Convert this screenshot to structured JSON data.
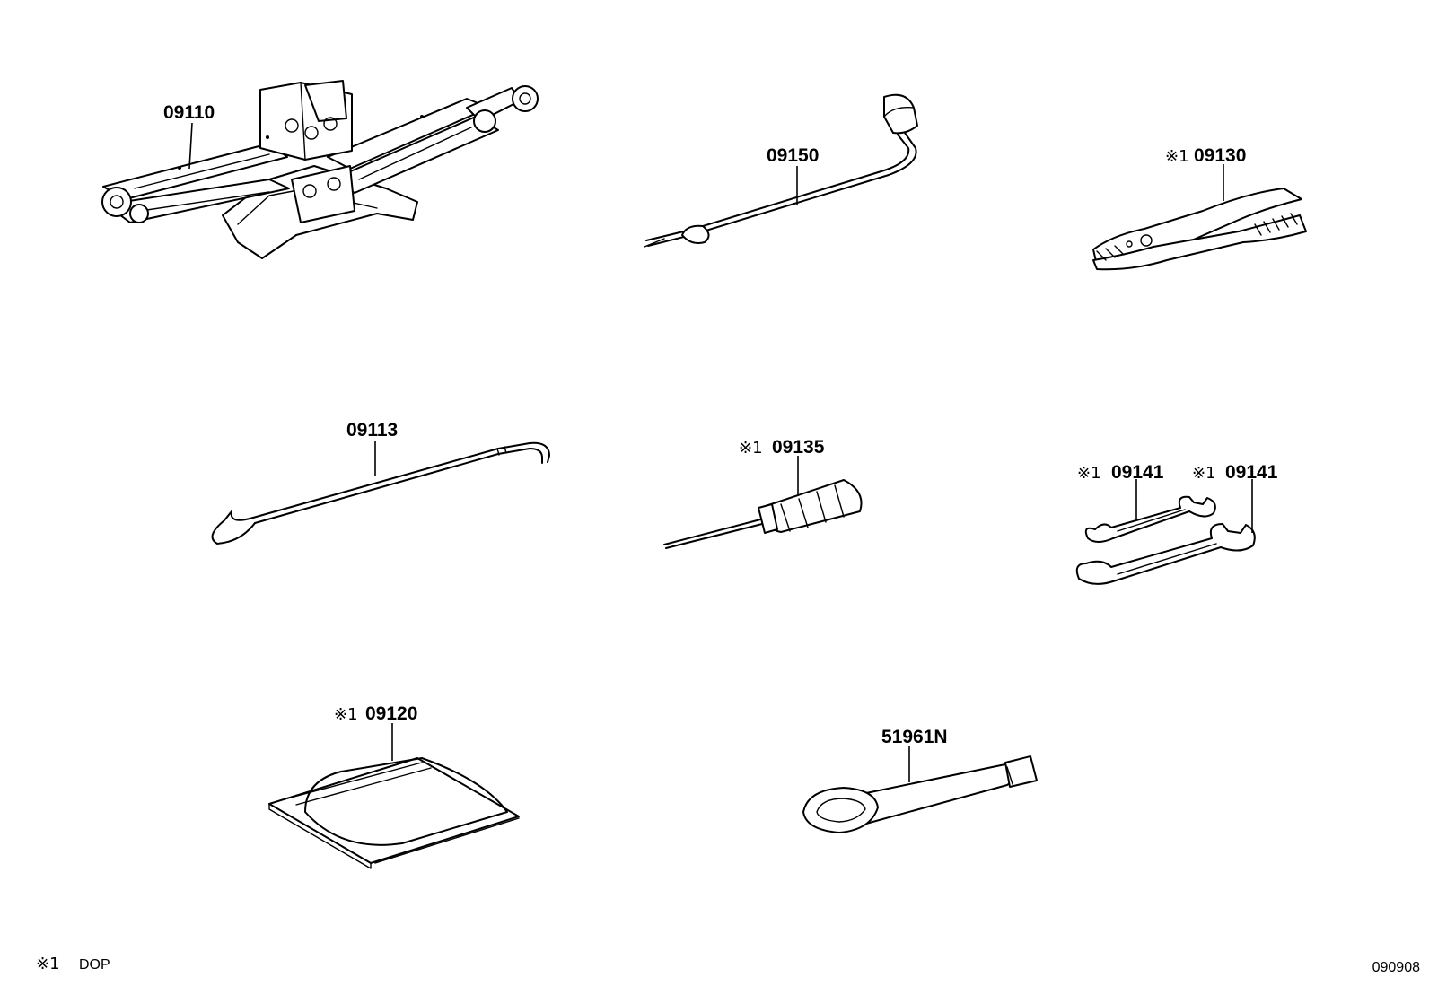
{
  "parts": {
    "jack": {
      "number": "09110"
    },
    "jack_handle": {
      "number": "09150"
    },
    "pliers": {
      "marker": "※1",
      "number": "09130"
    },
    "jack_rod": {
      "number": "09113"
    },
    "screwdriver": {
      "marker": "※1",
      "number": "09135"
    },
    "wrench_upper": {
      "marker": "※1",
      "number": "09141"
    },
    "wrench_lower": {
      "marker": "※1",
      "number": "09141"
    },
    "tool_bag": {
      "marker": "※1",
      "number": "09120"
    },
    "lug_wrench": {
      "number": "51961N"
    }
  },
  "footnote": {
    "marker": "※1",
    "text": "DOP"
  },
  "diagram_code": "090908"
}
